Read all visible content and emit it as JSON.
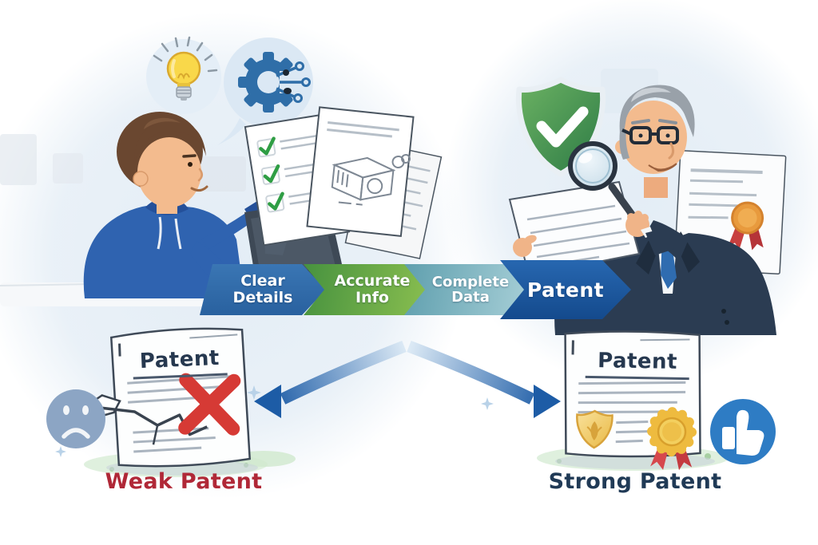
{
  "flow": {
    "steps": [
      {
        "label": "Clear\nDetails",
        "color": "#2e6cab"
      },
      {
        "label": "Accurate\nInfo",
        "color": "#5ea344"
      },
      {
        "label": "Complete\nData",
        "color": "#7fb6c2"
      },
      {
        "label": "Patent",
        "color": "#1d5da9"
      }
    ]
  },
  "outcomes": {
    "weak": {
      "doc_title": "Patent",
      "label": "Weak Patent",
      "label_color": "#b02837"
    },
    "strong": {
      "doc_title": "Patent",
      "label": "Strong Patent",
      "label_color": "#203a56"
    }
  },
  "icons": [
    "lightbulb-icon",
    "gear-circuit-icon",
    "checklist-document-icon",
    "invention-sketch-icon",
    "laptop-icon",
    "shield-check-icon",
    "magnifying-glass-icon",
    "certificate-icon",
    "split-arrow-icon",
    "sad-face-icon",
    "cracked-patent-icon",
    "red-x-icon",
    "gold-shield-icon",
    "gold-medal-icon",
    "thumbs-up-icon",
    "sparkle-icon"
  ]
}
